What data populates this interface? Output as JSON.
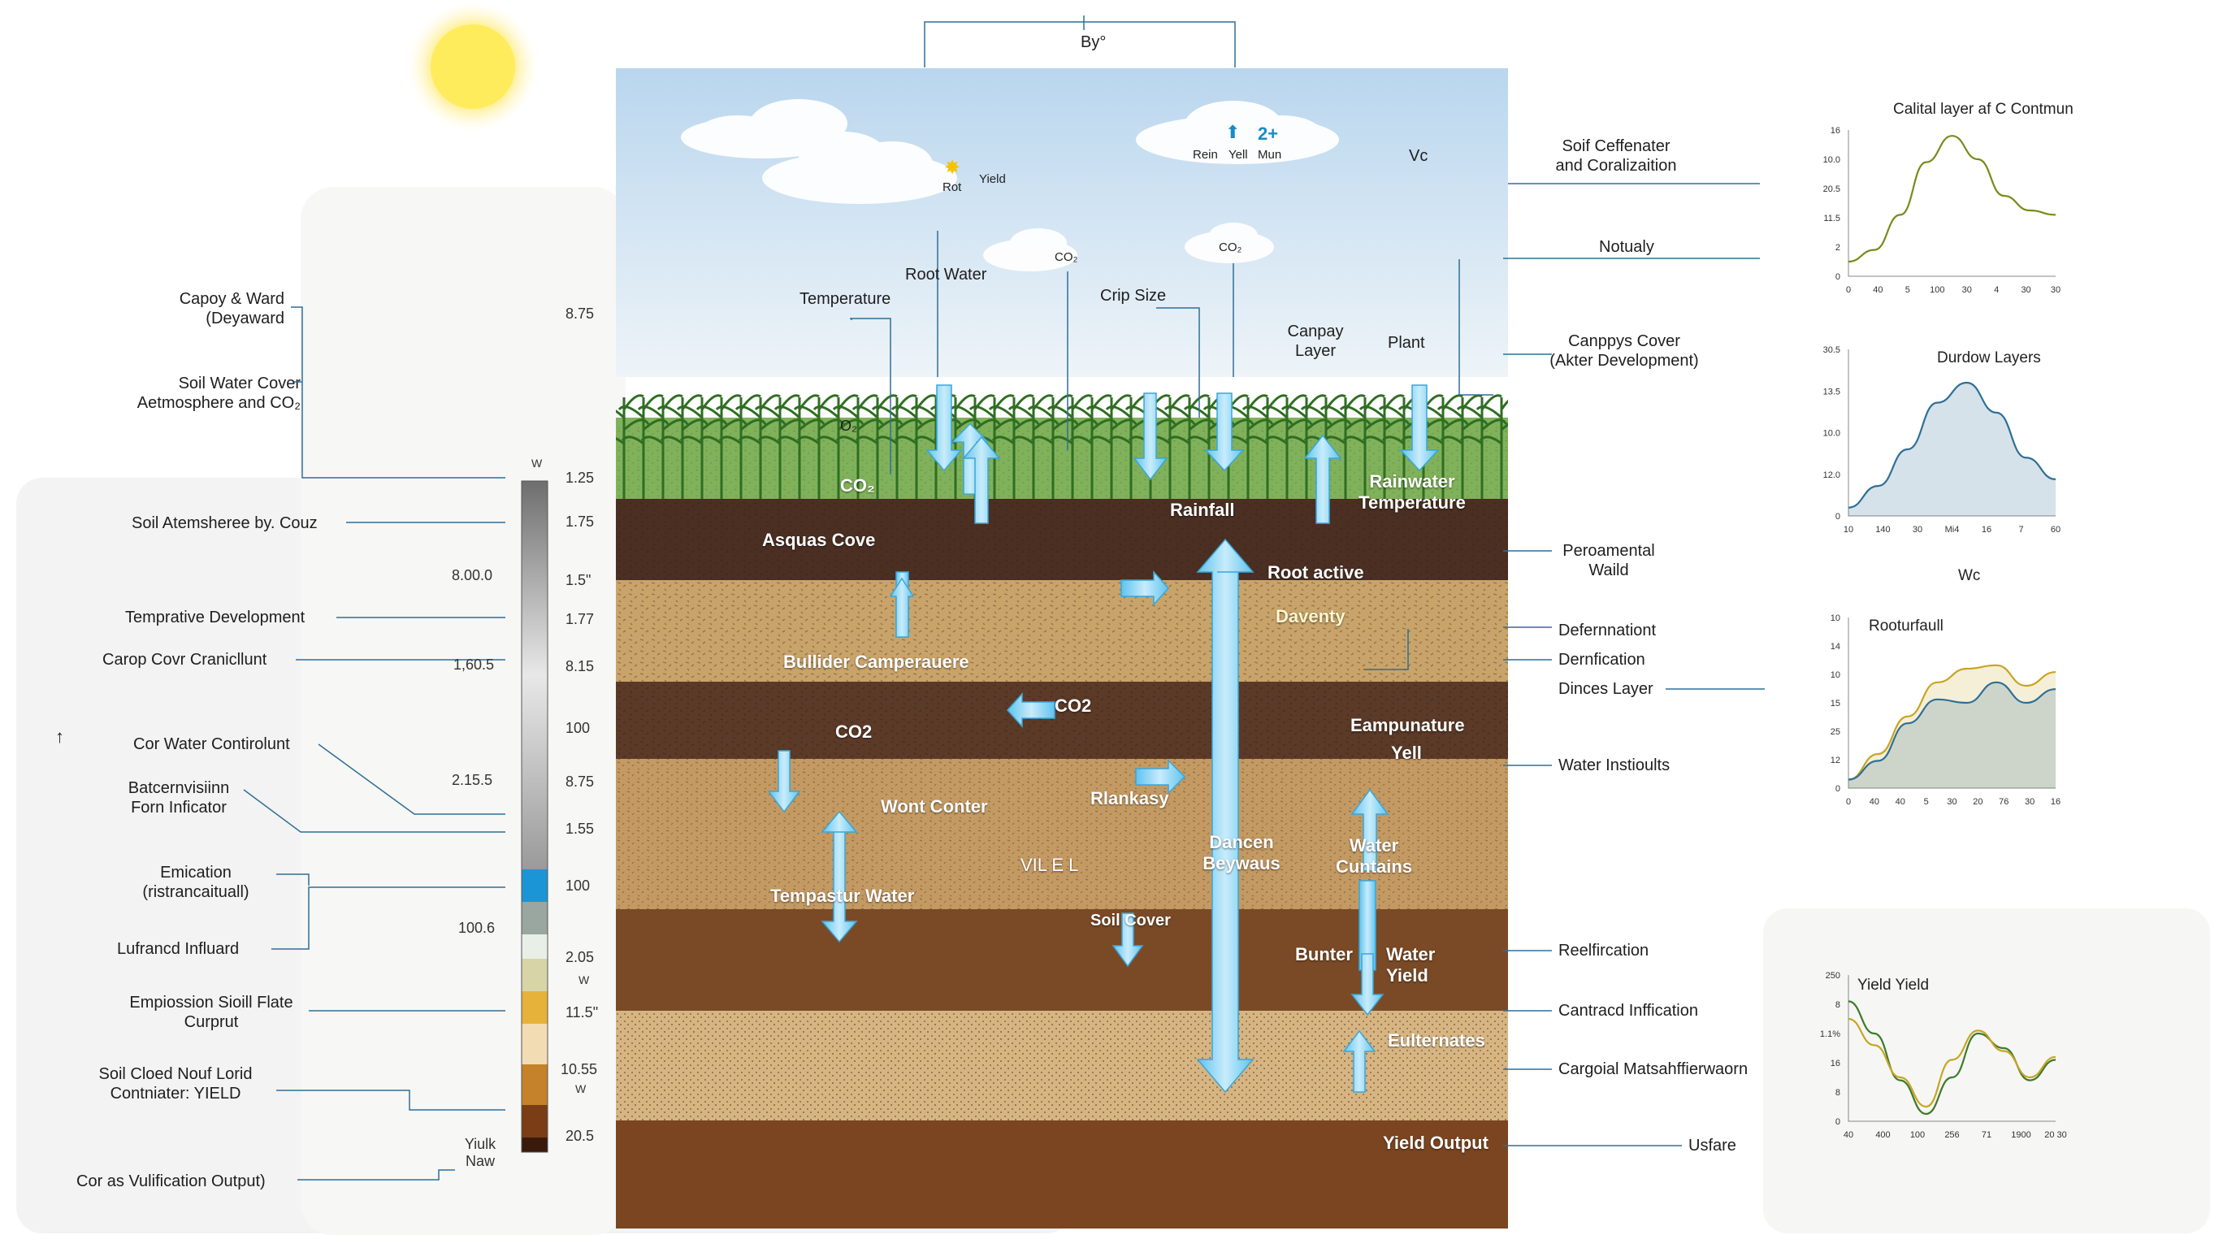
{
  "top_label": "By°",
  "sky": {
    "clouds": [
      {
        "text": "Rot",
        "sub": "Yield"
      },
      {
        "text": "Rein",
        "sub": "Yell",
        "extra": "Mun",
        "big": "2+"
      },
      {
        "text": "CO₂"
      },
      {
        "text": "CO₂"
      }
    ],
    "labels": [
      "Temperature",
      "Root Water",
      "Crip Size",
      "Canpay Layer",
      "Plant",
      "Vc",
      "O₂"
    ]
  },
  "diagram_labels": {
    "co2_canopy": "CO₂",
    "rainfall": "Rainfall",
    "rainwater_temp": "Rainwater Temperature",
    "asquas_cove": "Asquas Cove",
    "root_active": "Root active",
    "daventy": "Daventy",
    "bullider": "Bullider Camperauere",
    "co2_a": "CO2",
    "co2_b": "CO2",
    "eampunature": "Eampunature",
    "yell": "Yell",
    "rlankasy": "Rlankasy",
    "wont_conter": "Wont Conter",
    "vil_e_l": "VIL E L",
    "dancen": "Dancen Beywaus",
    "water_cuntains": "Water Cuntains",
    "tempastur_water": "Tempastur Water",
    "soil_cover": "Soil Cover",
    "bunter": "Bunter",
    "water_yield": "Water Yield",
    "eulternates": "Eulternates",
    "yield_output": "Yield Output"
  },
  "left_labels": [
    "Capoy & Ward (Deyaward",
    "Soil Water Cover Aetmosphere and CO₂",
    "Soil Atemsheree by. Couz",
    "Temprative Development",
    "Carop Covr Cranicllunt",
    "Cor Water Contirolunt",
    "Batcernvisiinn Forn Inficator",
    "Emication (ristrancaituall)",
    "Lufrancd Influard",
    "Empiossion Sioill Flate Curprut",
    "Soil Cloed Nouf Lorid Contniater: YIELD",
    "Cor as Vulification Output)"
  ],
  "scale_top": "W",
  "scale_left": [
    "8.75",
    "8.00.0",
    "1,60.5",
    "2.15.5",
    "100.6",
    "Yiulk Naw"
  ],
  "scale_right": [
    "1.25",
    "1.75",
    "1.5\"",
    "1.77",
    "8.15",
    "100",
    "8.75",
    "1.55",
    "100",
    "2.05",
    "W",
    "11.5\"",
    "10.55",
    "W",
    "20.5"
  ],
  "right_labels": [
    "Soif Ceffenater and Coralizaition",
    "Notualy",
    "Canppys Cover (Akter Development)",
    "Peroamental Waild",
    "Defernnationt",
    "Dernfication",
    "Dinces Layer",
    "Water Instioults",
    "Reelfircation",
    "Cantracd Inffication",
    "Cargoial Matsahffierwaorn",
    "Usfare"
  ],
  "colors": {
    "sky_top": "#bcd8ee",
    "sky_bottom": "#eef4f8",
    "grass": "#6aa34a",
    "topsoil": "#4a2f22",
    "sand": "#c9a46a",
    "mid_soil": "#5b3a28",
    "loam": "#c49a63",
    "clay": "#7a4a26",
    "sandy": "#d6b583",
    "deep": "#7a4520",
    "arrow": "#7fd0f2",
    "chart_green": "#3d7a2c",
    "chart_yellow": "#c9a422",
    "chart_blue": "#2f6f96"
  },
  "chart_data": [
    {
      "type": "line",
      "title": "Calital layer af C Contmun",
      "yticks": [
        "16",
        "10.0",
        "20.5",
        "11.5",
        "2",
        "0"
      ],
      "xticks": [
        "0",
        "40",
        "5",
        "100",
        "30",
        "4",
        "30",
        "30"
      ],
      "series": [
        {
          "color": "#7a8a1a",
          "values": [
            0.1,
            0.18,
            0.42,
            0.78,
            0.96,
            0.8,
            0.55,
            0.45,
            0.42
          ]
        }
      ]
    },
    {
      "type": "area",
      "title": "Durdow Layers",
      "yticks": [
        "30.5",
        "13.5",
        "10.0",
        "12.0",
        "0"
      ],
      "xticks": [
        "10",
        "140",
        "30",
        "Mi4",
        "16",
        "7",
        "60"
      ],
      "series": [
        {
          "color": "#2f6f96",
          "values": [
            0.05,
            0.18,
            0.4,
            0.68,
            0.8,
            0.62,
            0.35,
            0.22
          ]
        }
      ]
    },
    {
      "type": "area",
      "title": "Rooturfaull",
      "header": "Wc",
      "yticks": [
        "10",
        "14",
        "10",
        "15",
        "25",
        "12",
        "0"
      ],
      "xticks": [
        "0",
        "40",
        "40",
        "5",
        "30",
        "20",
        "76",
        "30",
        "16"
      ],
      "series": [
        {
          "color": "#c9a422",
          "values": [
            0.05,
            0.2,
            0.42,
            0.62,
            0.7,
            0.72,
            0.6,
            0.68
          ]
        },
        {
          "color": "#2f6f96",
          "values": [
            0.05,
            0.16,
            0.38,
            0.52,
            0.5,
            0.62,
            0.5,
            0.58
          ]
        }
      ]
    },
    {
      "type": "line",
      "title": "Yield Yield",
      "yticks": [
        "250",
        "8",
        "1.1%",
        "16",
        "8",
        "0"
      ],
      "xticks": [
        "40",
        "400",
        "100",
        "256",
        "71",
        "1900",
        "20 30"
      ],
      "series": [
        {
          "color": "#3d7a2c",
          "values": [
            0.82,
            0.6,
            0.28,
            0.05,
            0.3,
            0.6,
            0.5,
            0.28,
            0.42
          ]
        },
        {
          "color": "#c9a422",
          "values": [
            0.7,
            0.52,
            0.3,
            0.1,
            0.42,
            0.62,
            0.48,
            0.3,
            0.44
          ]
        }
      ]
    }
  ]
}
